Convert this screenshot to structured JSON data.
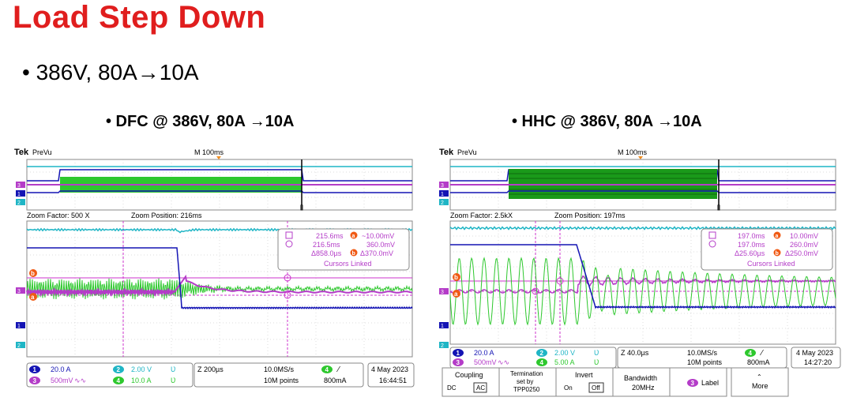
{
  "slide": {
    "title": "Load Step Down",
    "bullet": "• 386V, 80A→10A",
    "left_heading": "•     DFC @ 386V, 80A →10A",
    "right_heading": "•     HHC @ 386V, 80A →10A"
  },
  "colors": {
    "title": "#e01e1e",
    "ch1": "#1414b4",
    "ch2": "#1fb5c5",
    "ch3": "#b43cc8",
    "ch4": "#2ec82e",
    "cursor": "#cc33cc",
    "cursor_marker": "#f05a14"
  },
  "scopes": [
    {
      "brand": "Tek",
      "mode": "PreVu",
      "timebase": "M 100ms",
      "zoom_factor": "Zoom Factor: 500 X",
      "zoom_position": "Zoom Position: 216ms",
      "readout": {
        "t1": "215.6ms",
        "v1": "~10.00mV",
        "t2": "216.5ms",
        "v2": "360.0mV",
        "dt": "Δ858.0µs",
        "dv": "Δ370.0mV",
        "linked": "Cursors Linked"
      },
      "channels": {
        "ch1": "20.0 A",
        "ch2": "2.00 V",
        "ch3": "500mV",
        "ch4": "10.0 A",
        "ch1_num": "1",
        "ch2_num": "2",
        "ch3_num": "3",
        "ch4_num": "4",
        "bw2": "Ʋ",
        "bw3": "∿∿",
        "bw4": "Ʋ"
      },
      "zoom_time": "Z 200µs",
      "sample_rate": "10.0MS/s",
      "record": "10M points",
      "trigger_ch": "4",
      "trigger_slope": "⁄",
      "trigger_level": "800mA",
      "date": "4 May 2023",
      "time": "16:44:51",
      "marker_a": "a",
      "marker_b": "b",
      "ch_ind_3": "3",
      "ch_ind_1": "1",
      "ch_ind_2": "2",
      "ch_ind_4": "4"
    },
    {
      "brand": "Tek",
      "mode": "PreVu",
      "timebase": "M 100ms",
      "zoom_factor": "Zoom Factor: 2.5kX",
      "zoom_position": "Zoom Position: 197ms",
      "readout": {
        "t1": "197.0ms",
        "v1": "10.00mV",
        "t2": "197.0ms",
        "v2": "260.0mV",
        "dt": "Δ25.60µs",
        "dv": "Δ250.0mV",
        "linked": "Cursors Linked"
      },
      "channels": {
        "ch1": "20.0 A",
        "ch2": "2.00 V",
        "ch3": "500mV",
        "ch4": "5.00 A",
        "ch1_num": "1",
        "ch2_num": "2",
        "ch3_num": "3",
        "ch4_num": "4",
        "bw2": "Ʋ",
        "bw3": "∿∿",
        "bw4": "Ʋ"
      },
      "zoom_time": "Z 40.0µs",
      "sample_rate": "10.0MS/s",
      "record": "10M points",
      "trigger_ch": "4",
      "trigger_slope": "⁄",
      "trigger_level": "800mA",
      "date": "4 May 2023",
      "time": "14:27:20",
      "marker_a": "a",
      "marker_b": "b",
      "ch_ind_3": "3",
      "ch_ind_1": "1",
      "ch_ind_2": "2",
      "ch_ind_4": "4",
      "menu": {
        "coupling_label": "Coupling",
        "coupling_dc": "DC",
        "coupling_ac": "AC",
        "termination_label1": "Termination",
        "termination_label2": "set by",
        "termination_label3": "TPP0250",
        "invert_label": "Invert",
        "invert_on": "On",
        "invert_off": "Off",
        "bandwidth_label": "Bandwidth",
        "bandwidth_value": "20MHz",
        "label_num": "3",
        "label_button": "Label",
        "more_button": "More"
      }
    }
  ]
}
